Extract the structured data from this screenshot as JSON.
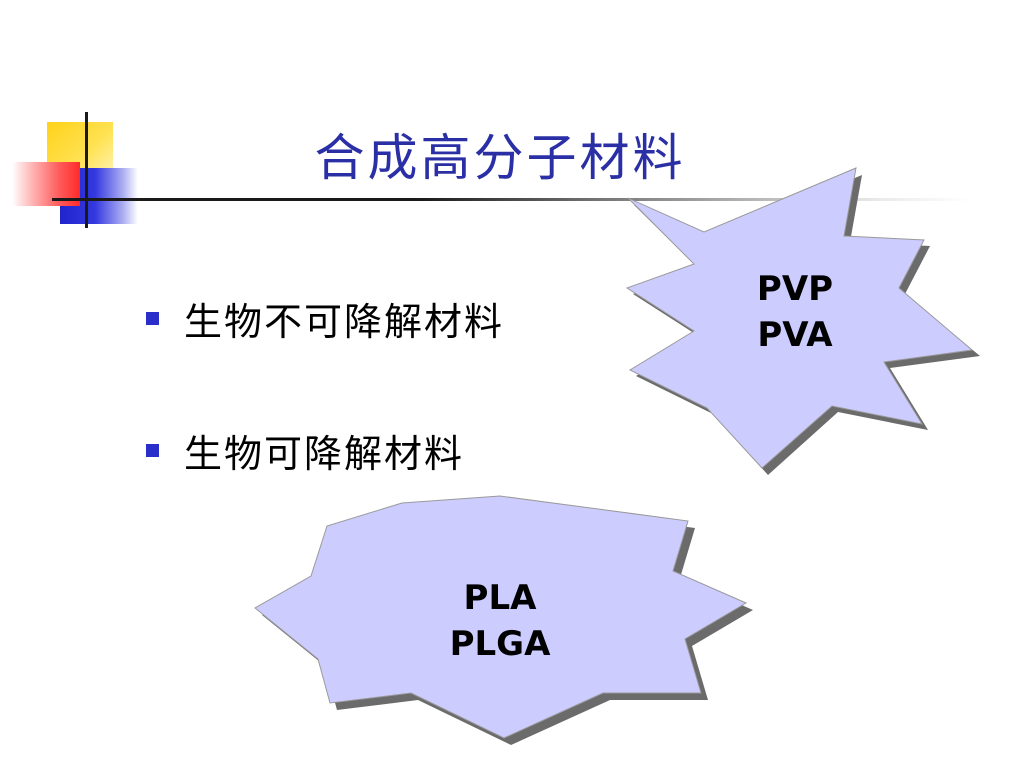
{
  "title": "合成高分子材料",
  "bullets": [
    {
      "text": "生物不可降解材料"
    },
    {
      "text": "生物可降解材料"
    }
  ],
  "bursts": [
    {
      "lines": [
        "PVP",
        "PVA"
      ]
    },
    {
      "lines": [
        "PLA",
        "PLGA"
      ]
    }
  ],
  "colors": {
    "title": "#2a2fa5",
    "bullet": "#2a2fcc",
    "burst_fill": "#ccccff",
    "burst_shadow": "#6b6b6b",
    "accent_yellow": "#ffd21a",
    "accent_blue": "#1f24cc",
    "accent_red": "#ff2a2a"
  }
}
